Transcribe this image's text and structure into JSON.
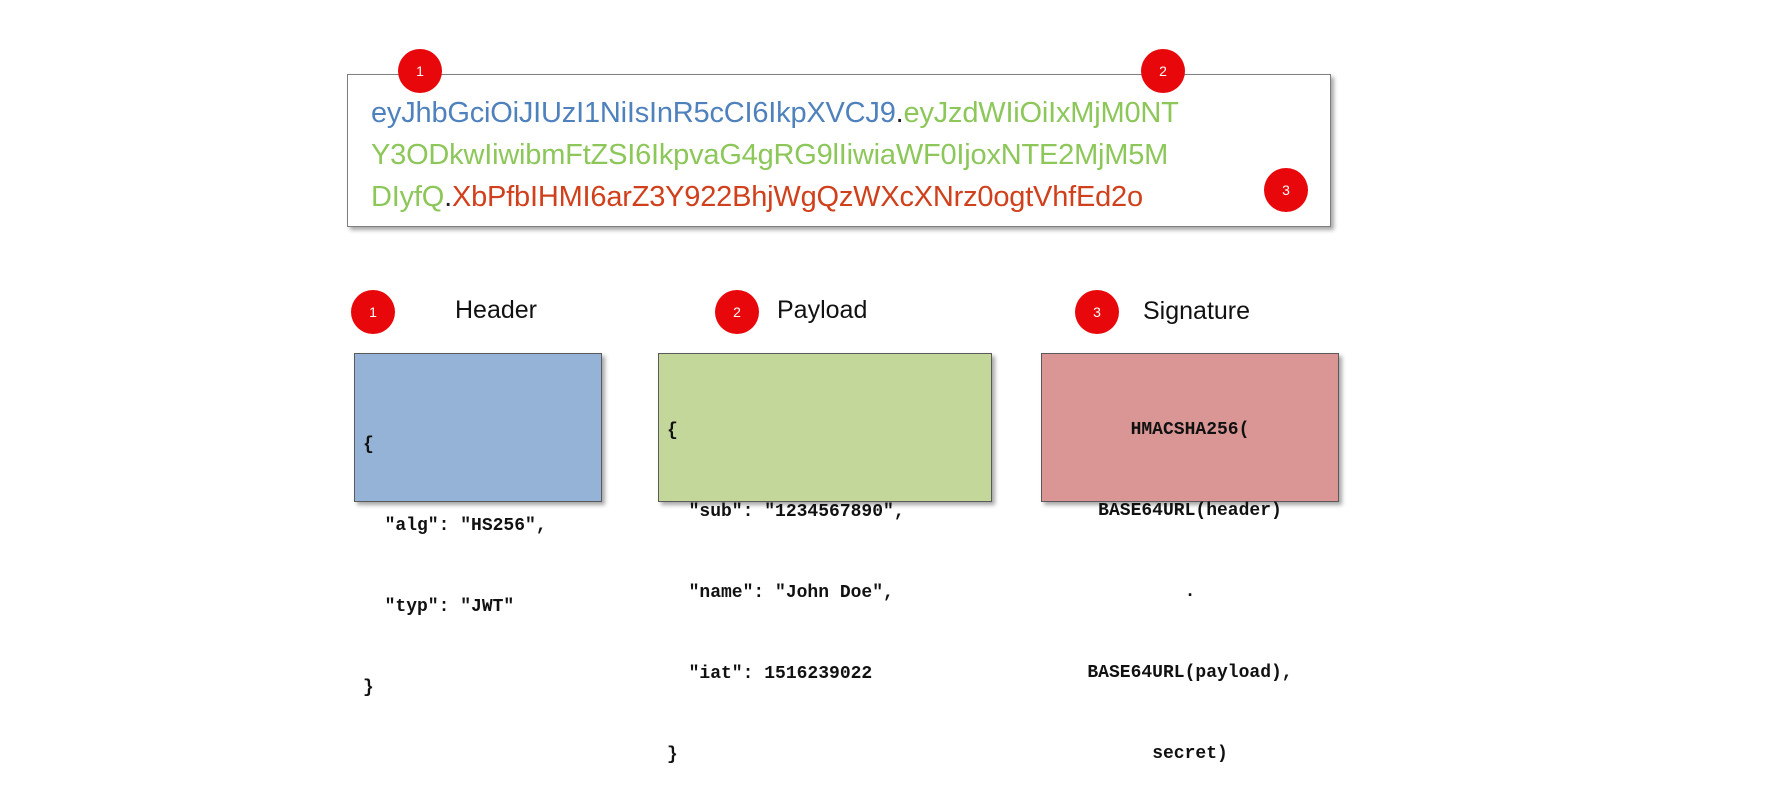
{
  "token": {
    "lines": [
      [
        {
          "text": "eyJhbGciOiJIUzI1NiIsInR5cCI6IkpXVCJ9",
          "part": "header"
        },
        {
          "text": ".",
          "part": "dot"
        },
        {
          "text": "eyJzdWIiOiIxMjM0NT",
          "part": "payload"
        }
      ],
      [
        {
          "text": "Y3ODkwIiwibmFtZSI6IkpvaG4gRG9lIiwiaWF0IjoxNTE2MjM5M",
          "part": "payload"
        }
      ],
      [
        {
          "text": "DIyfQ",
          "part": "payload"
        },
        {
          "text": ".",
          "part": "dot"
        },
        {
          "text": "XbPfbIHMI6arZ3Y922BhjWgQzWXcXNrz0ogtVhfEd2o",
          "part": "signature"
        }
      ]
    ],
    "colors": {
      "header": "#4f81bd",
      "payload": "#8dc75a",
      "signature": "#d0401c",
      "badge": "#e8070b"
    }
  },
  "badges": {
    "one": "1",
    "two": "2",
    "three": "3"
  },
  "sections": {
    "header": {
      "title": "Header",
      "code": [
        "{",
        "  \"alg\": \"HS256\",",
        "  \"typ\": \"JWT\"",
        "}"
      ]
    },
    "payload": {
      "title": "Payload",
      "code": [
        "{",
        "  \"sub\": \"1234567890\",",
        "  \"name\": \"John Doe\",",
        "  \"iat\": 1516239022",
        "}"
      ]
    },
    "signature": {
      "title": "Signature",
      "code": [
        "HMACSHA256(",
        "BASE64URL(header)",
        ".",
        "BASE64URL(payload),",
        "secret)"
      ]
    }
  }
}
